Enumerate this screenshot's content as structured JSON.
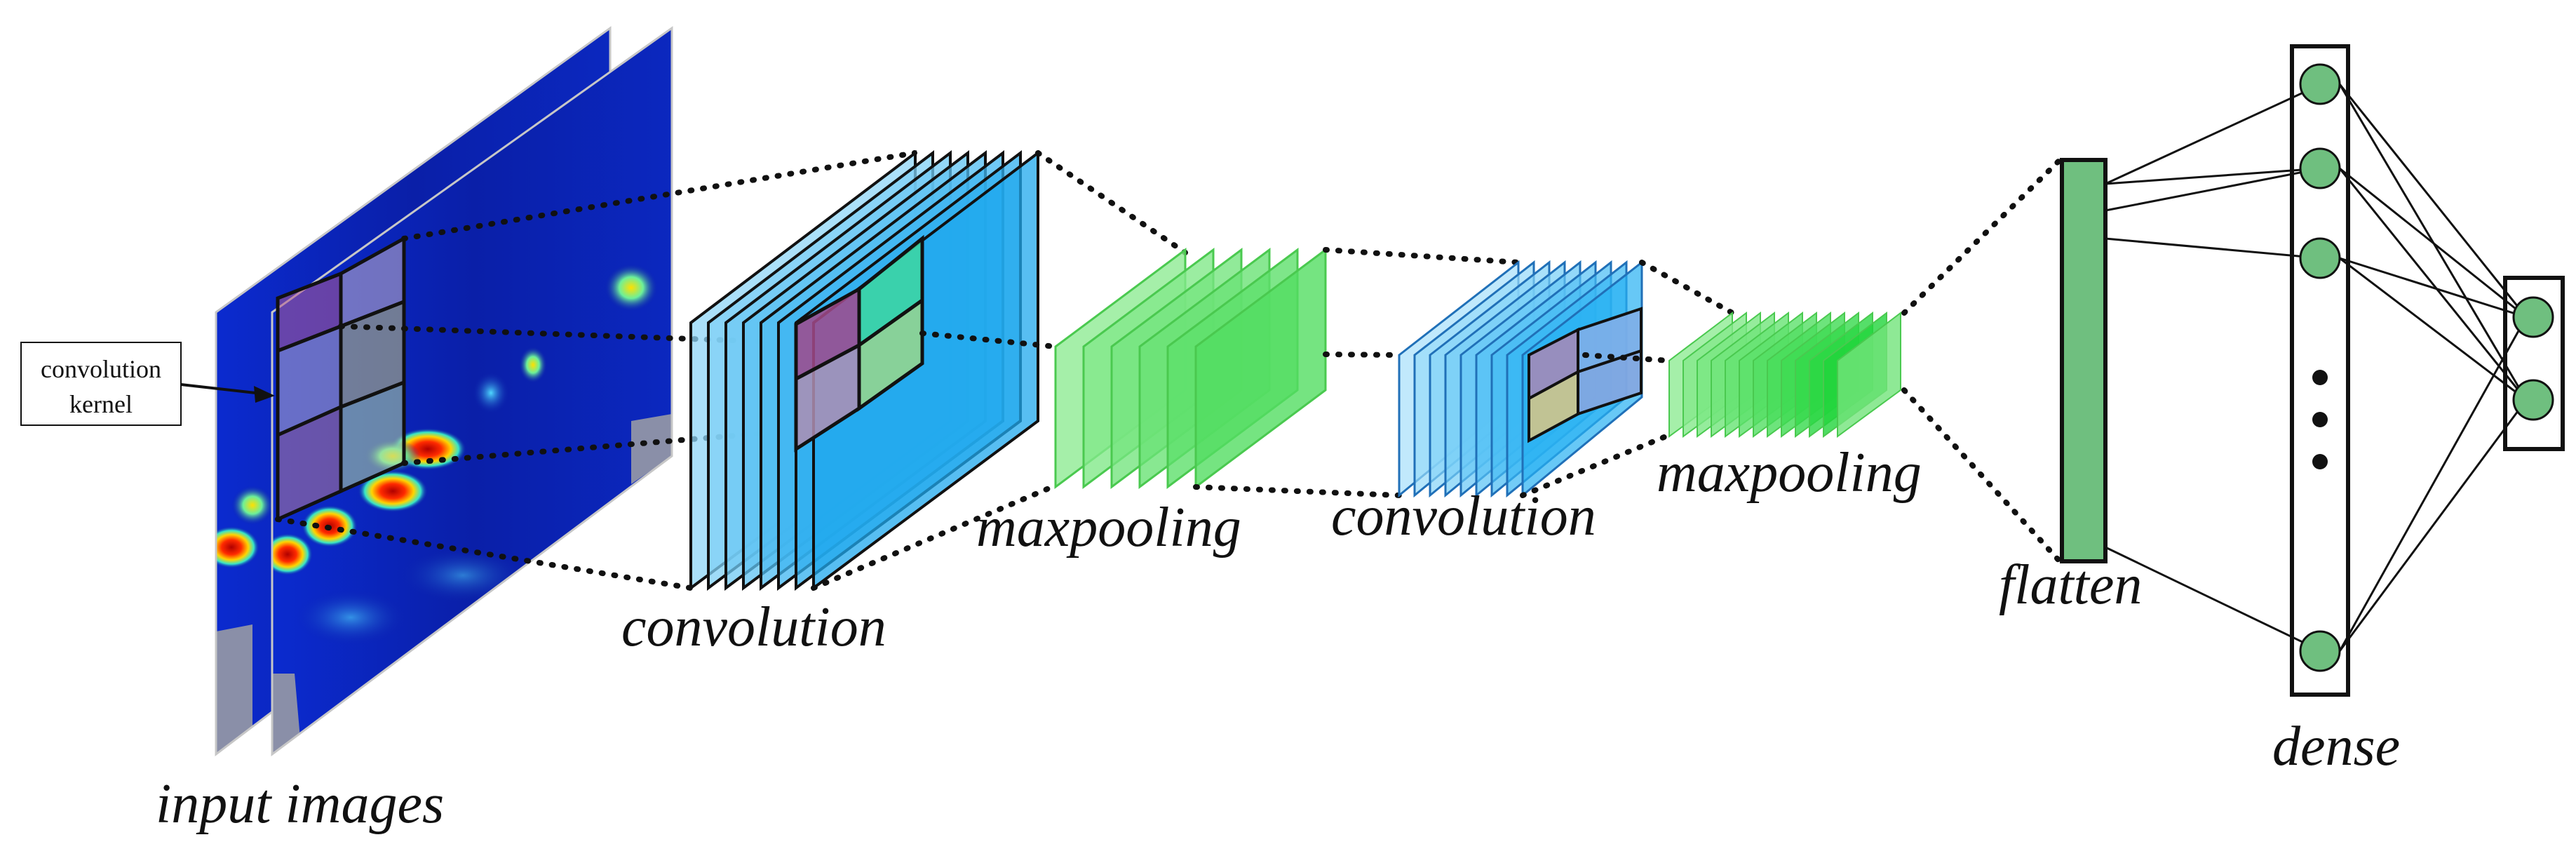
{
  "labels": {
    "input": "input images",
    "conv1": "convolution",
    "pool1": "maxpooling",
    "conv2": "convolution",
    "pool2": "maxpooling",
    "flatten": "flatten",
    "dense": "dense"
  },
  "kernel_callout": {
    "line1": "convolution",
    "line2": "kernel"
  },
  "colors": {
    "conv_plane": "#7dd3f5",
    "pool_plane": "#6ee879",
    "flatten_bar": "#6fbf7f",
    "neuron": "#6fbf7f",
    "spectrogram_bg": "#0a1fa8"
  }
}
